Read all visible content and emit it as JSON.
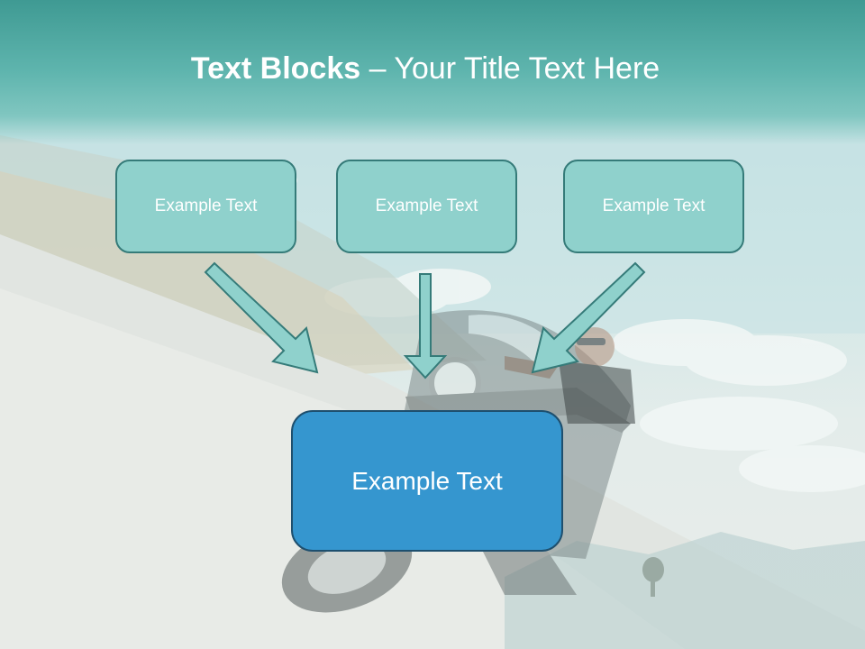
{
  "slide": {
    "title_bold": "Text Blocks",
    "title_dash": " – ",
    "title_rest": "Your Title Text Here",
    "boxes": [
      {
        "label": "Example Text"
      },
      {
        "label": "Example Text"
      },
      {
        "label": "Example Text"
      }
    ],
    "main_box": {
      "label": "Example Text"
    }
  },
  "colors": {
    "title_band": "#4fa8a0",
    "small_box_fill": "#8fd1cc",
    "small_box_border": "#357b79",
    "main_box_fill": "#3596cf",
    "main_box_border": "#1e4f6e",
    "arrow_fill": "#8fd1cc",
    "arrow_stroke": "#357b79"
  }
}
